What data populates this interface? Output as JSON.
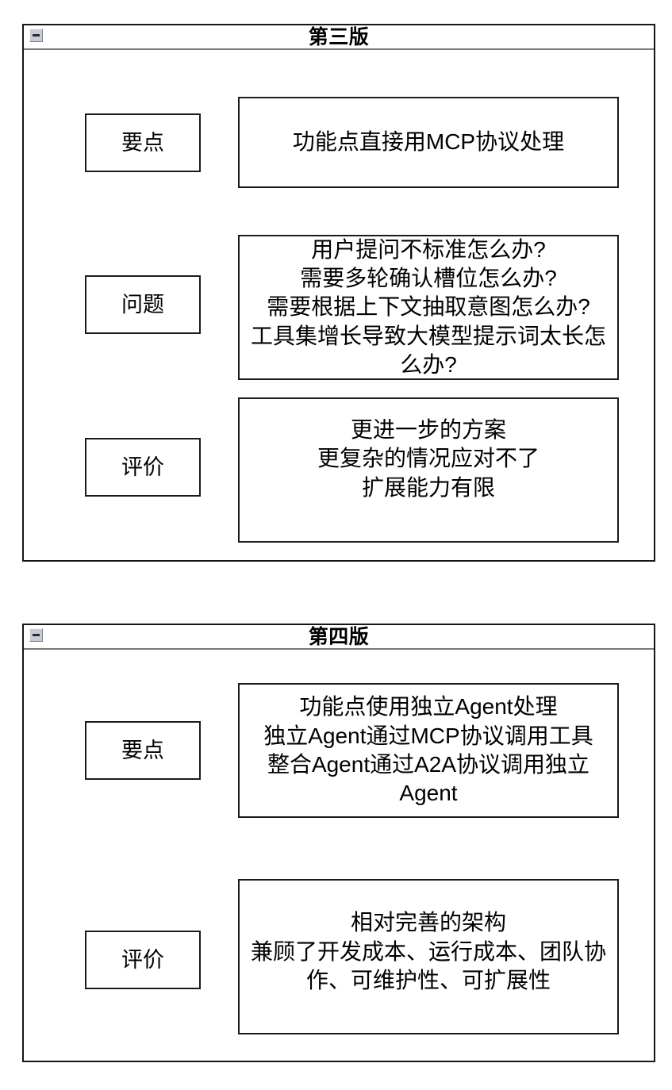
{
  "page": {
    "background_color": "#ffffff",
    "text_color": "#000000",
    "border_color": "#1b1b1b"
  },
  "panels": [
    {
      "id": "panel-version-3",
      "title": "第三版",
      "minimize_icon": "minimize-icon",
      "rows": [
        {
          "label": "要点",
          "content": "功能点直接用MCP协议处理"
        },
        {
          "label": "问题",
          "content": "用户提问不标准怎么办?\n需要多轮确认槽位怎么办?\n需要根据上下文抽取意图怎么办?\n工具集增长导致大模型提示词太长怎么办?"
        },
        {
          "label": "评价",
          "content": "更进一步的方案\n更复杂的情况应对不了\n扩展能力有限"
        }
      ]
    },
    {
      "id": "panel-version-4",
      "title": "第四版",
      "minimize_icon": "minimize-icon",
      "rows": [
        {
          "label": "要点",
          "content": "功能点使用独立Agent处理\n独立Agent通过MCP协议调用工具\n整合Agent通过A2A协议调用独立Agent"
        },
        {
          "label": "评价",
          "content": "相对完善的架构\n兼顾了开发成本、运行成本、团队协作、可维护性、可扩展性"
        }
      ]
    }
  ]
}
